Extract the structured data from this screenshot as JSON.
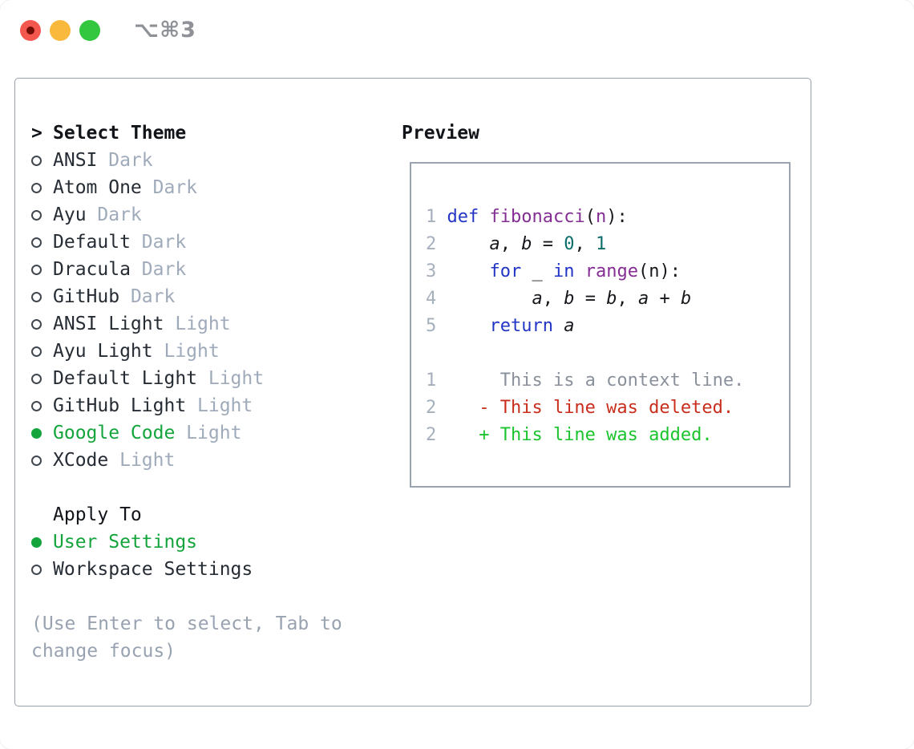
{
  "window": {
    "title": "⌥⌘3",
    "traffic_lights": [
      "close",
      "minimize",
      "zoom"
    ]
  },
  "theme_panel": {
    "focus_indicator": ">",
    "title": "Select Theme",
    "items": [
      {
        "name": "ANSI",
        "variant": "Dark",
        "selected": false
      },
      {
        "name": "Atom One",
        "variant": "Dark",
        "selected": false
      },
      {
        "name": "Ayu",
        "variant": "Dark",
        "selected": false
      },
      {
        "name": "Default",
        "variant": "Dark",
        "selected": false
      },
      {
        "name": "Dracula",
        "variant": "Dark",
        "selected": false
      },
      {
        "name": "GitHub",
        "variant": "Dark",
        "selected": false
      },
      {
        "name": "ANSI Light",
        "variant": "Light",
        "selected": false
      },
      {
        "name": "Ayu Light",
        "variant": "Light",
        "selected": false
      },
      {
        "name": "Default Light",
        "variant": "Light",
        "selected": false
      },
      {
        "name": "GitHub Light",
        "variant": "Light",
        "selected": false
      },
      {
        "name": "Google Code",
        "variant": "Light",
        "selected": true
      },
      {
        "name": "XCode",
        "variant": "Light",
        "selected": false
      }
    ]
  },
  "apply_panel": {
    "title": "Apply To",
    "options": [
      {
        "label": "User Settings",
        "selected": true
      },
      {
        "label": "Workspace Settings",
        "selected": false
      }
    ]
  },
  "help": {
    "line1": "(Use Enter to select, Tab to",
    "line2": "change focus)"
  },
  "preview": {
    "title": "Preview",
    "code_lines": [
      {
        "number": "1",
        "tokens": [
          {
            "t": "def",
            "c": "kw"
          },
          {
            "t": " ",
            "c": "pl"
          },
          {
            "t": "fibonacci",
            "c": "fn"
          },
          {
            "t": "(",
            "c": "pl"
          },
          {
            "t": "n",
            "c": "fn"
          },
          {
            "t": "):",
            "c": "pl"
          }
        ]
      },
      {
        "number": "2",
        "tokens": [
          {
            "t": "    ",
            "c": "pl"
          },
          {
            "t": "a",
            "c": "id"
          },
          {
            "t": ", ",
            "c": "pl"
          },
          {
            "t": "b",
            "c": "id"
          },
          {
            "t": " = ",
            "c": "pl"
          },
          {
            "t": "0",
            "c": "num"
          },
          {
            "t": ", ",
            "c": "pl"
          },
          {
            "t": "1",
            "c": "num"
          }
        ]
      },
      {
        "number": "3",
        "tokens": [
          {
            "t": "    ",
            "c": "pl"
          },
          {
            "t": "for",
            "c": "kw"
          },
          {
            "t": " _ ",
            "c": "pl"
          },
          {
            "t": "in",
            "c": "kw"
          },
          {
            "t": " ",
            "c": "pl"
          },
          {
            "t": "range",
            "c": "fn"
          },
          {
            "t": "(n):",
            "c": "pl"
          }
        ]
      },
      {
        "number": "4",
        "tokens": [
          {
            "t": "        ",
            "c": "pl"
          },
          {
            "t": "a",
            "c": "id"
          },
          {
            "t": ", ",
            "c": "pl"
          },
          {
            "t": "b",
            "c": "id"
          },
          {
            "t": " = ",
            "c": "pl"
          },
          {
            "t": "b",
            "c": "id"
          },
          {
            "t": ", ",
            "c": "pl"
          },
          {
            "t": "a",
            "c": "id"
          },
          {
            "t": " + ",
            "c": "pl"
          },
          {
            "t": "b",
            "c": "id"
          }
        ]
      },
      {
        "number": "5",
        "tokens": [
          {
            "t": "    ",
            "c": "pl"
          },
          {
            "t": "return",
            "c": "kw"
          },
          {
            "t": " ",
            "c": "pl"
          },
          {
            "t": "a",
            "c": "id"
          }
        ]
      }
    ],
    "diff_lines": [
      {
        "number": "1",
        "body": "      This is a context line.",
        "kind": "context"
      },
      {
        "number": "2",
        "body": "    - This line was deleted.",
        "kind": "deleted"
      },
      {
        "number": "2",
        "body": "    + This line was added.",
        "kind": "added"
      }
    ]
  },
  "colors": {
    "accent_green": "#14a43c",
    "added_green": "#1bc32e",
    "deleted_red": "#c92e1c",
    "context_gray": "#8a919c",
    "keyword_blue": "#2235c5",
    "function_purple": "#842d93",
    "number_teal": "#0b6e6b",
    "variant_gray": "#9faaba",
    "help_gray": "#98a2b0",
    "border_gray": "#97a0ac"
  }
}
